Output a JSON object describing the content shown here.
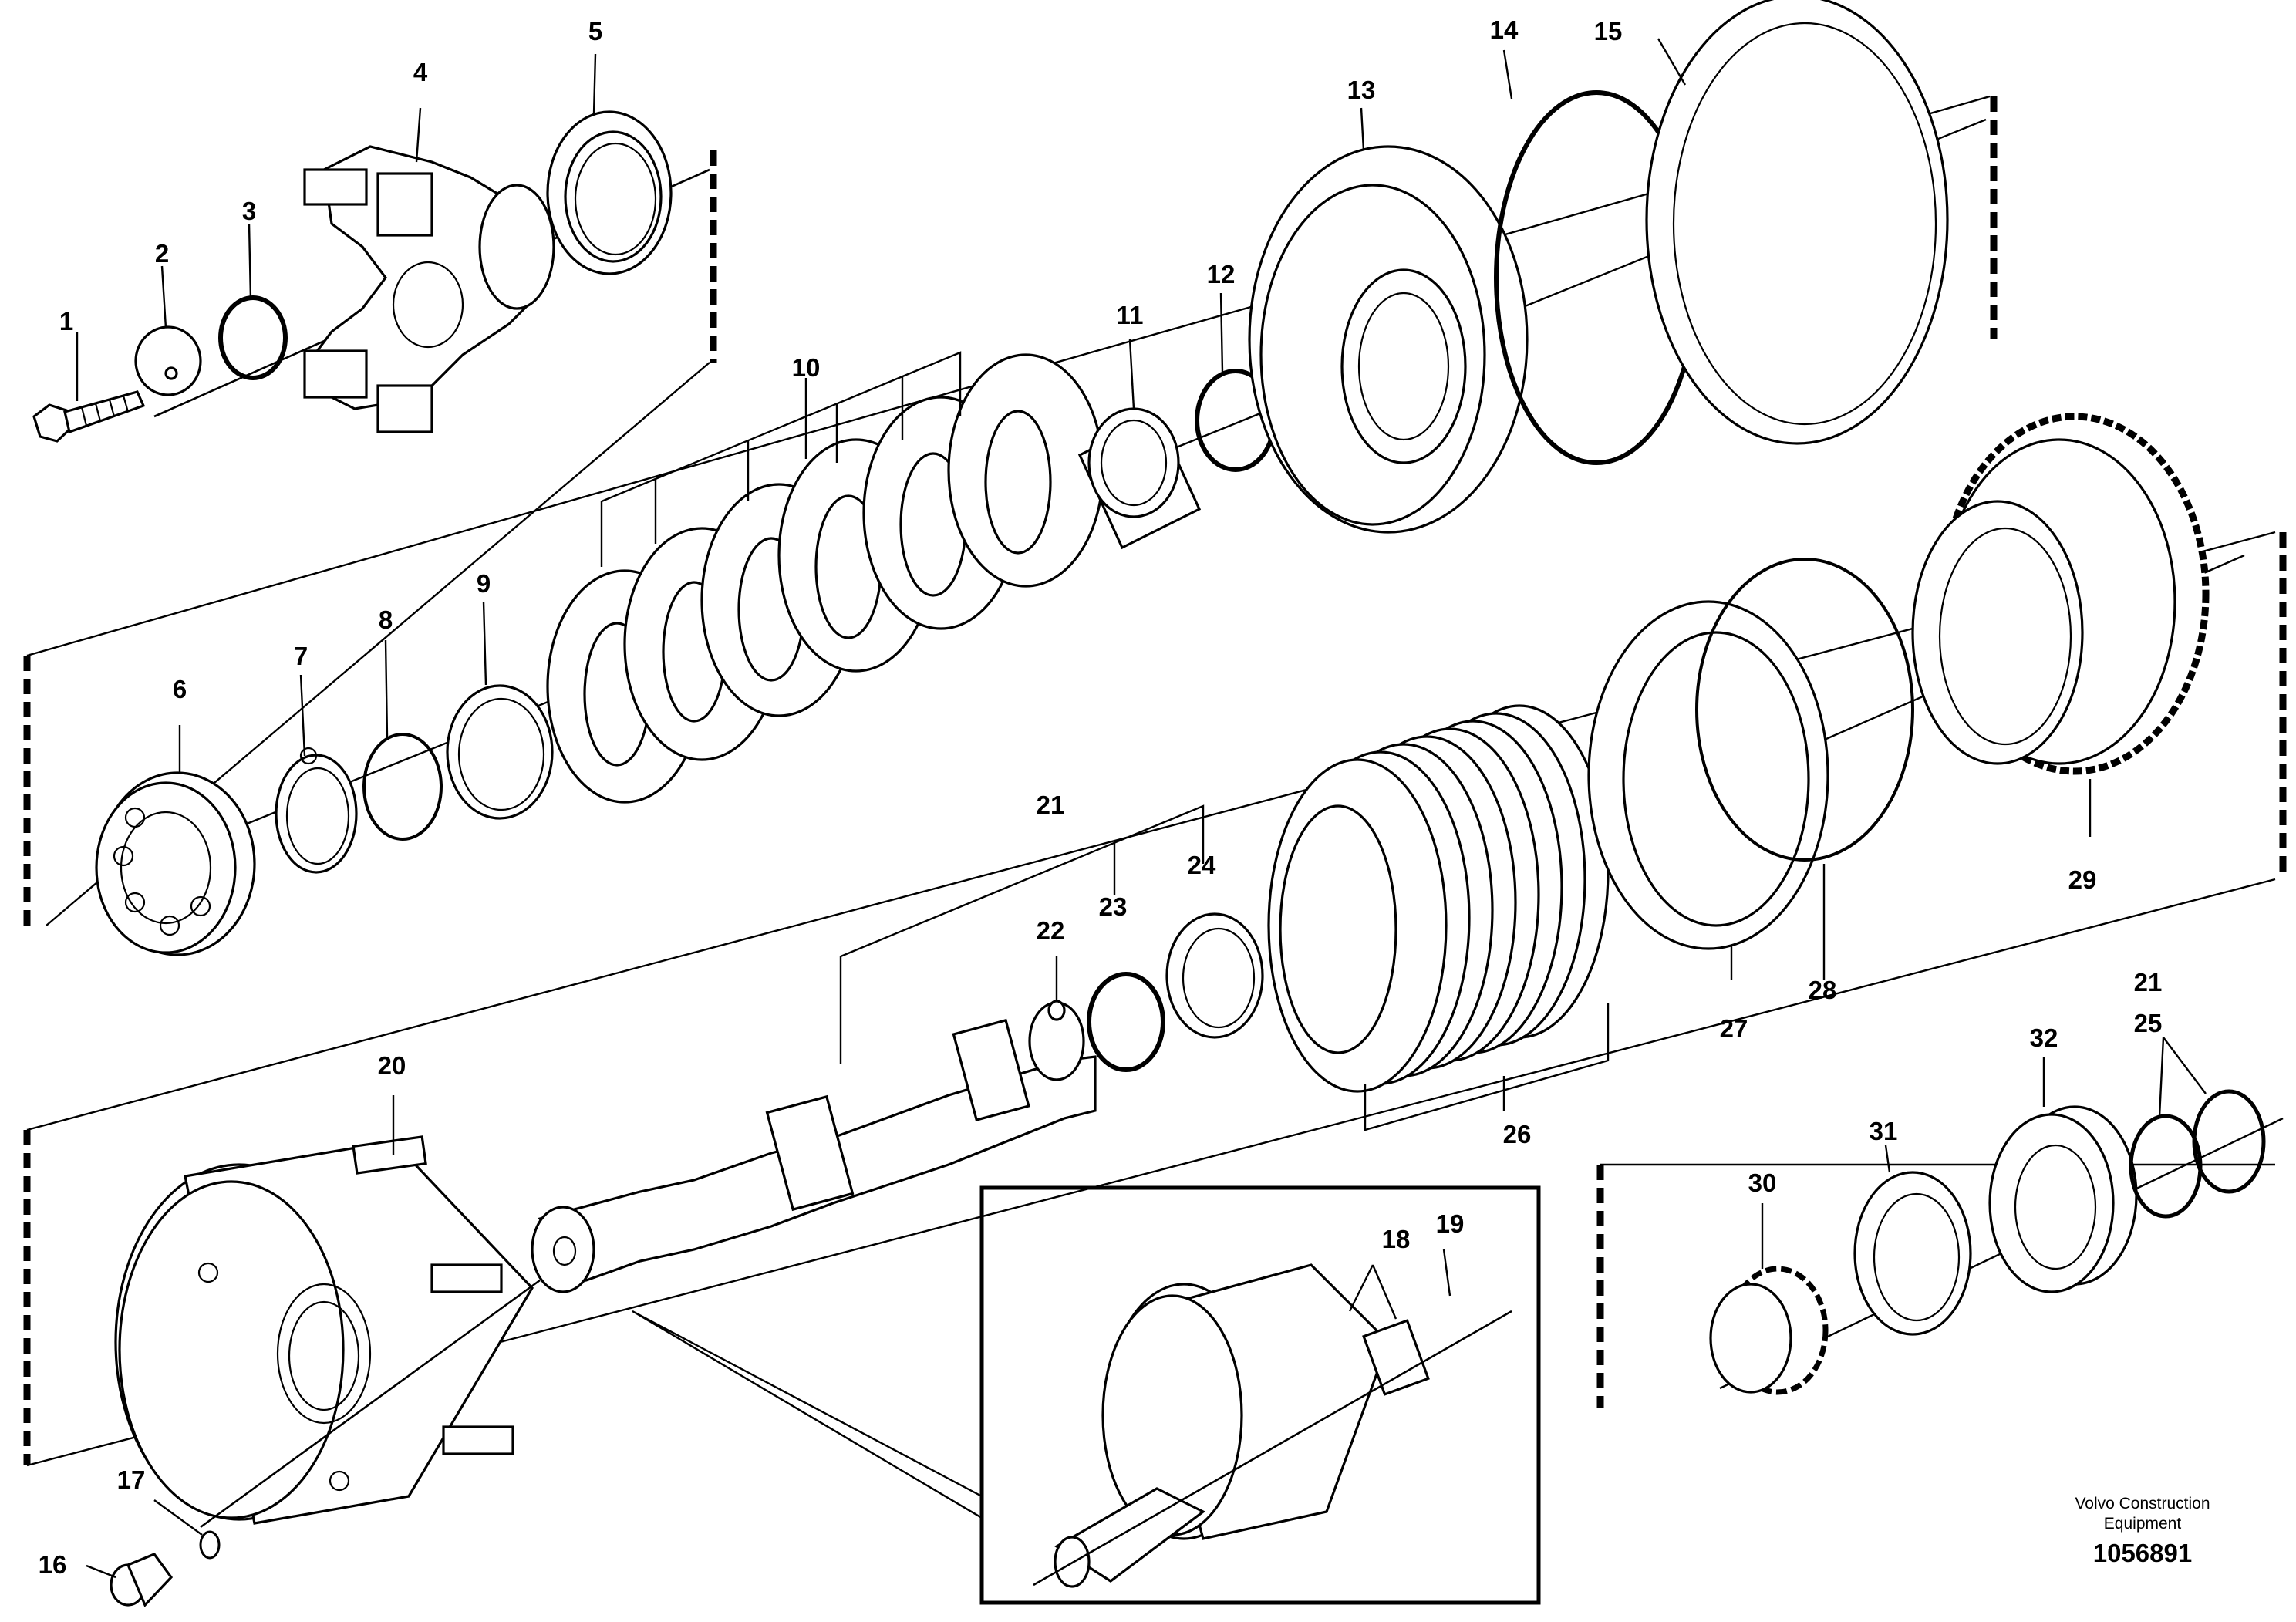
{
  "callouts": {
    "c1": "1",
    "c2": "2",
    "c3": "3",
    "c4": "4",
    "c5": "5",
    "c6": "6",
    "c7": "7",
    "c8": "8",
    "c9": "9",
    "c10": "10",
    "c11": "11",
    "c12": "12",
    "c13": "13",
    "c14": "14",
    "c15": "15",
    "c16": "16",
    "c17": "17",
    "c18": "18",
    "c19": "19",
    "c20": "20",
    "c21a": "21",
    "c21b": "21",
    "c22": "22",
    "c23": "23",
    "c24": "24",
    "c25": "25",
    "c26": "26",
    "c27": "27",
    "c28": "28",
    "c29": "29",
    "c30": "30",
    "c31": "31",
    "c32": "32"
  },
  "credit": {
    "line1": "Volvo Construction",
    "line2": "Equipment",
    "ref": "1056891"
  }
}
